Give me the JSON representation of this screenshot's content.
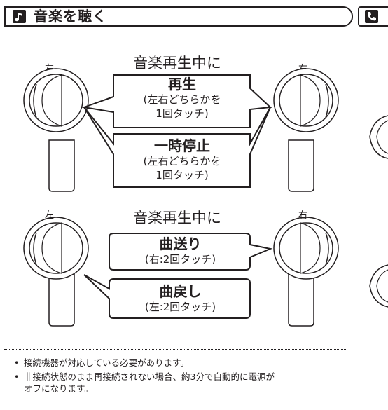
{
  "header": {
    "title": "音楽を聴く",
    "note_icon": "music-note-icon",
    "next_icon": "phone-icon"
  },
  "section1": {
    "title": "音楽再生中に",
    "left_label": "左",
    "right_label": "右",
    "play": {
      "main": "再生",
      "sub1": "(左右どちらかを",
      "sub2": "1回タッチ)"
    },
    "pause": {
      "main": "一時停止",
      "sub1": "(左右どちらかを",
      "sub2": "1回タッチ)"
    }
  },
  "section2": {
    "title": "音楽再生中に",
    "left_label": "左",
    "right_label": "右",
    "next": {
      "main": "曲送り",
      "sub": "(右:2回タッチ)"
    },
    "prev": {
      "main": "曲戻し",
      "sub": "(左:2回タッチ)"
    }
  },
  "notes": {
    "bullet": "•",
    "items": [
      "接続機器が対応している必要があります。",
      "非接続状態のまま再接続されない場合、約3分で自動的に電源が",
      "オフになります。"
    ]
  }
}
